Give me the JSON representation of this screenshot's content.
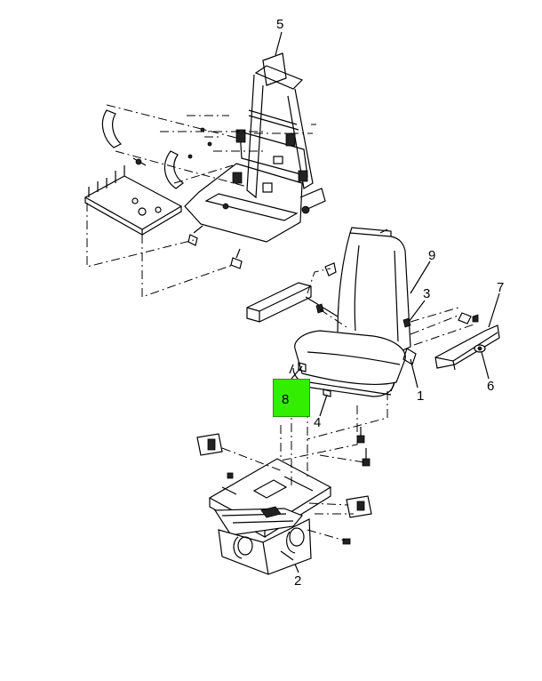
{
  "callouts": {
    "c1": "1",
    "c2": "2",
    "c3": "3",
    "c4": "4",
    "c5": "5",
    "c6": "6",
    "c7": "7",
    "c8": "8",
    "c9": "9"
  },
  "colors": {
    "highlight": "#33ee00",
    "line": "#000000",
    "background": "#ffffff"
  }
}
